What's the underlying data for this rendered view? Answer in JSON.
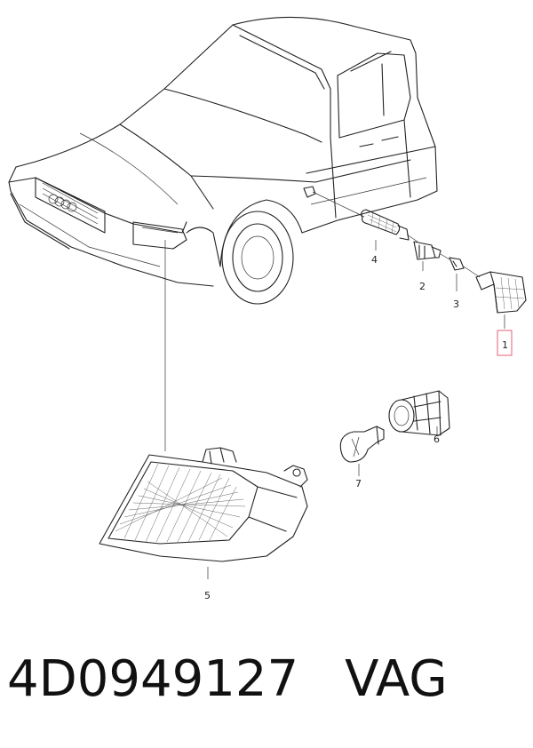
{
  "callouts": [
    {
      "id": "1",
      "label": "1",
      "highlighted": true
    },
    {
      "id": "2",
      "label": "2",
      "highlighted": false
    },
    {
      "id": "3",
      "label": "3",
      "highlighted": false
    },
    {
      "id": "4",
      "label": "4",
      "highlighted": false
    },
    {
      "id": "5",
      "label": "5",
      "highlighted": false
    },
    {
      "id": "6",
      "label": "6",
      "highlighted": false
    },
    {
      "id": "7",
      "label": "7",
      "highlighted": false
    }
  ],
  "caption": {
    "part_number": "4D0949127",
    "brand": "VAG"
  },
  "colors": {
    "line": "#222222",
    "highlight": "#e0607a",
    "background": "#ffffff"
  }
}
